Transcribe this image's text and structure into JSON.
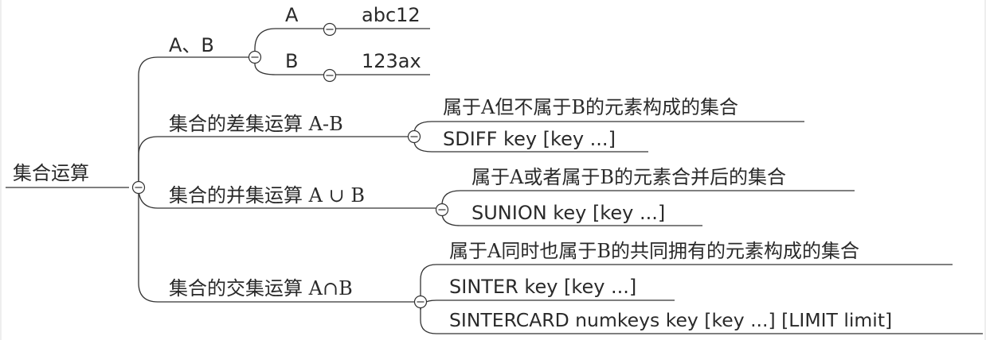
{
  "root": {
    "label": "集合运算"
  },
  "branches": [
    {
      "label": "A、B",
      "children": [
        {
          "label": "A",
          "value": "abc12"
        },
        {
          "label": "B",
          "value": "123ax"
        }
      ]
    },
    {
      "label": "集合的差集运算 A-B",
      "children": [
        {
          "label": "属于A但不属于B的元素构成的集合"
        },
        {
          "label": "SDIFF key [key ...]"
        }
      ]
    },
    {
      "label": "集合的并集运算 A ∪ B",
      "children": [
        {
          "label": "属于A或者属于B的元素合并后的集合"
        },
        {
          "label": "SUNION key [key ...]"
        }
      ]
    },
    {
      "label": "集合的交集运算 A∩B",
      "children": [
        {
          "label": "属于A同时也属于B的共同拥有的元素构成的集合"
        },
        {
          "label": "SINTER key [key ...]"
        },
        {
          "label": "SINTERCARD numkeys key [key ...] [LIMIT limit]"
        }
      ]
    }
  ]
}
